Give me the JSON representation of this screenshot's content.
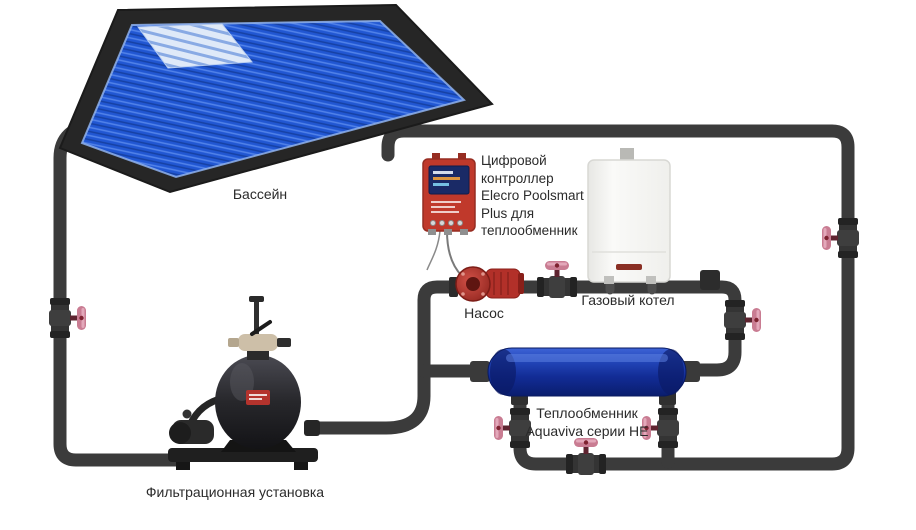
{
  "labels": {
    "pool": "Бассейн",
    "controller": "Цифровой\nконтроллер\nElecro Poolsmart\nPlus для\nтеплообменник",
    "pump": "Насос",
    "boiler": "Газовый котел",
    "heat_exchanger": "Теплообменник\nAquaviva серии HE",
    "filter": "Фильтрационная установка"
  },
  "colors": {
    "pipe": "#3b3b3b",
    "pool_water": "#2157d3",
    "pool_frame": "#262626",
    "controller_red": "#c0392b",
    "controller_screen": "#1a2a66",
    "pump_red": "#b23029",
    "heat_exchanger_blue": "#16339e",
    "valve_handle_pink": "#c97c92",
    "boiler_white": "#f5f5f3"
  }
}
